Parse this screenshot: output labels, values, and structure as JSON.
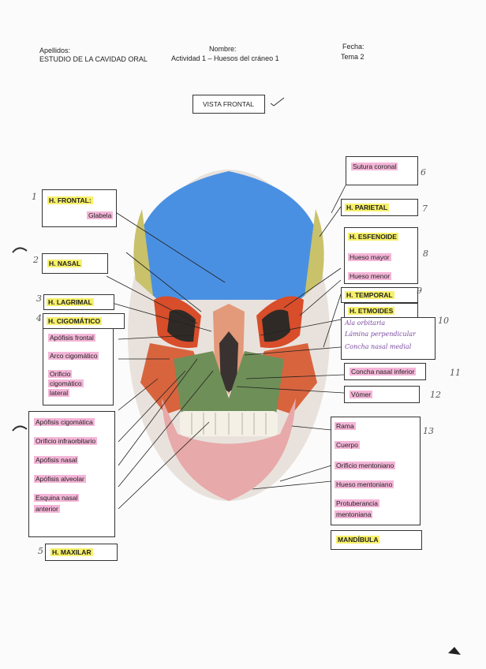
{
  "header": {
    "apellidos": "Apellidos:",
    "subject": "ESTUDIO DE LA CAVIDAD ORAL",
    "nombre": "Nombre:",
    "activity": "Actividad 1 – Huesos del cráneo 1",
    "fecha": "Fecha:",
    "tema": "Tema 2"
  },
  "title": "VISTA FRONTAL",
  "left": {
    "frontal": "H. FRONTAL:",
    "glabela": "Glabela",
    "nasal": "H. NASAL",
    "lagrimal": "H. LAGRIMAL",
    "cigomatico": "H. CIGOMÁTICO",
    "apofisis_frontal": "Apófisis frontal",
    "arco": "Arco cigomático",
    "orificio_1": "Orificio",
    "orificio_2": "cigomático",
    "orificio_3": "lateral",
    "maxilar_items": [
      "Apófisis cigomática",
      "Orificio infraorbitario",
      "Apófisis nasal",
      "Apófisis alveolar"
    ],
    "esquina_1": "Esquina nasal",
    "esquina_2": "anterior",
    "maxilar": "H. MAXILAR"
  },
  "right": {
    "sutura": "Sutura coronal",
    "parietal": "H. PARIETAL",
    "esfenoide": "H. ESFENOIDE",
    "mayor": "Hueso mayor",
    "menor": "Hueso menor",
    "temporal": "H. TEMPORAL",
    "etmoides": "H. ETMOIDES",
    "hw1": "Ala orbitaria",
    "hw2": "Lámina perpendicular",
    "hw3": "Concha nasal medial",
    "concha": "Concha nasal inferior",
    "vomer": "Vómer",
    "mand_items": [
      "Rama",
      "Cuerpo",
      "Orificio mentoniano",
      "Hueso mentoniano"
    ],
    "protu_1": "Protuberancia",
    "protu_2": "mentoniana",
    "mandibula": "MANDÍBULA"
  },
  "numbers": [
    "1",
    "2",
    "3",
    "4",
    "5",
    "6",
    "7",
    "8",
    "9",
    "10",
    "11",
    "12",
    "13"
  ]
}
